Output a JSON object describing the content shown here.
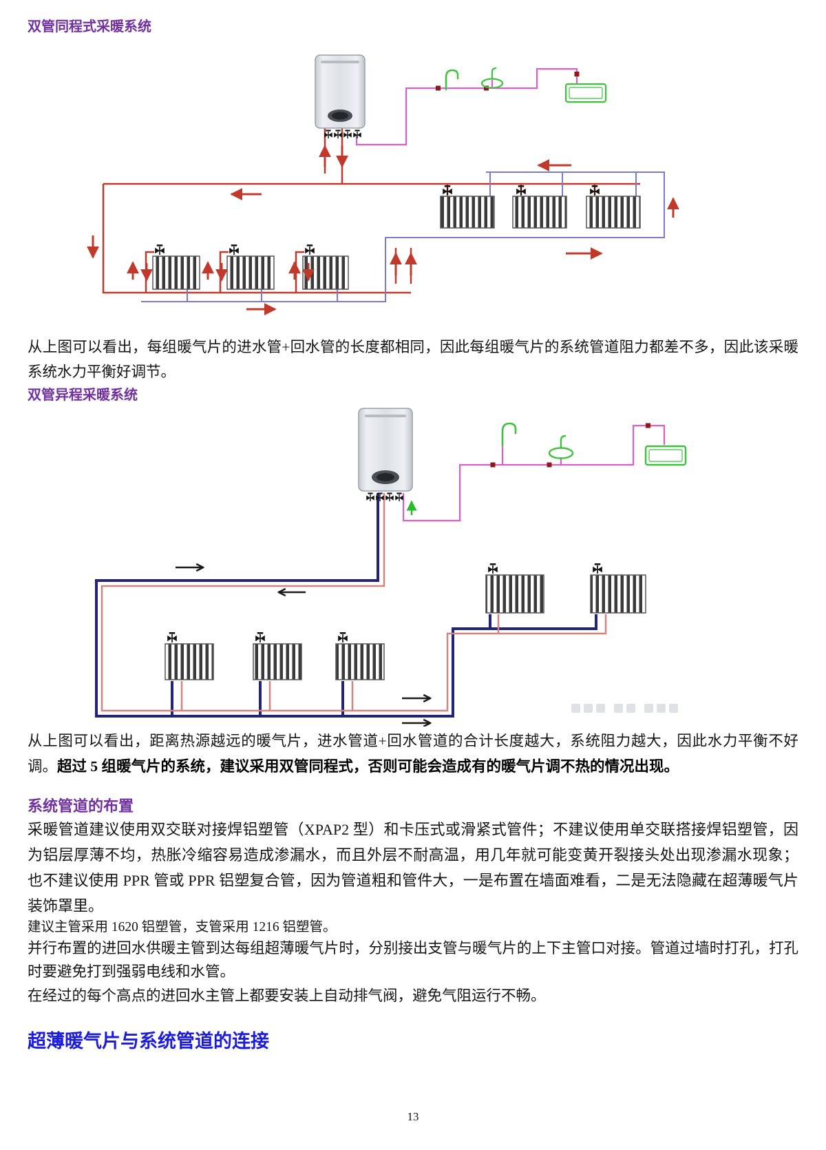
{
  "document": {
    "page_number": "13",
    "headings": {
      "same_program": "双管同程式采暖系统",
      "different_program": "双管异程采暖系统",
      "pipe_layout": "系统管道的布置",
      "connection": "超薄暖气片与系统管道的连接"
    },
    "paragraphs": {
      "p1": "从上图可以看出，每组暖气片的进水管+回水管的长度都相同，因此每组暖气片的系统管道阻力都差不多，因此该采暖系统水力平衡好调节。",
      "p2_normal": "从上图可以看出，距离热源越远的暖气片，进水管道+回水管道的合计长度越大，系统阻力越大，因此水力平衡不好调。",
      "p2_bold": "超过 5 组暖气片的系统，建议采用双管同程式，否则可能会造成有的暖气片调不热的情况出现。",
      "p3": "采暖管道建议使用双交联对接焊铝塑管（XPAP2 型）和卡压式或滑紧式管件；不建议使用单交联搭接焊铝塑管，因为铝层厚薄不均，热胀冷缩容易造成渗漏水，而且外层不耐高温，用几年就可能变黄开裂接头处出现渗漏水现象；也不建议使用 PPR 管或 PPR 铝塑复合管，因为管道粗和管件大，一是布置在墙面难看，二是无法隐藏在超薄暖气片装饰罩里。",
      "p4": "建议主管采用 1620 铝塑管，支管采用 1216 铝塑管。",
      "p5": "并行布置的进回水供暖主管到达每组超薄暖气片时，分别接出支管与暖气片的上下主管口对接。管道过墙时打孔，打孔时要避免打到强弱电线和水管。",
      "p6": "在经过的每个高点的进回水主管上都要安装上自动排气阀，避免气阻运行不畅。"
    },
    "colors": {
      "heading_purple": "#7030a0",
      "heading_blue": "#1b1bdd",
      "supply_red": "#c0392b",
      "return_blue": "#7a7ad0",
      "dhw_magenta": "#d95fd0",
      "main_navy": "#232378",
      "branch_salmon": "#d4847c",
      "fixture_green": "#3cc23c"
    },
    "icons": {
      "boiler": "wall-hung-boiler-icon",
      "radiator": "radiator-panel-icon",
      "faucet": "faucet-icon",
      "sink": "wash-basin-icon",
      "bathtub": "bathtub-icon",
      "valve": "shutoff-valve-icon",
      "arrow": "flow-direction-arrow"
    }
  }
}
